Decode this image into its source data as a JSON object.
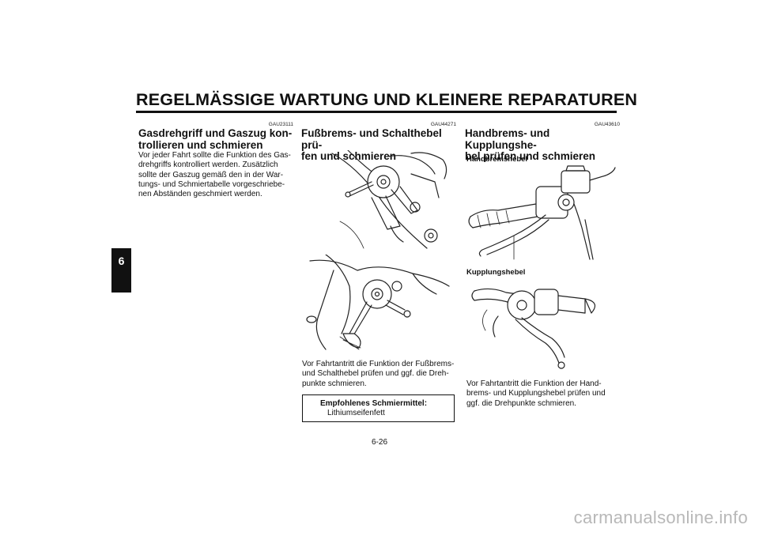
{
  "header": {
    "title": "REGELMÄSSIGE WARTUNG UND KLEINERE REPARATUREN",
    "chapter_tab": "6"
  },
  "sections": [
    {
      "code": "GAU23111",
      "title_lines": [
        "Gasdrehgriff und Gaszug kon-",
        "trollieren und schmieren"
      ],
      "body_lines": [
        "Vor jeder Fahrt sollte die Funktion des Gas-",
        "drehgriffs kontrolliert werden. Zusätzlich",
        "sollte der Gaszug gemäß den in der War-",
        "tungs- und Schmiertabelle vorgeschriebe-",
        "nen Abständen geschmiert werden."
      ]
    },
    {
      "code": "GAU44271",
      "title_lines": [
        "Fußbrems- und Schalthebel prü-",
        "fen und schmieren"
      ],
      "body_lines": [
        "Vor Fahrtantritt die Funktion der Fußbrems-",
        "und Schalthebel prüfen und ggf. die Dreh-",
        "punkte schmieren."
      ],
      "lube_box": {
        "title": "Empfohlenes Schmiermittel:",
        "value": "Lithiumseifenfett"
      }
    },
    {
      "code": "GAU43610",
      "title_lines": [
        "Handbrems- und Kupplungshe-",
        "bel prüfen und schmieren"
      ],
      "label_brake": "Handbremshebel",
      "label_clutch": "Kupplungshebel",
      "body_lines": [
        "Vor Fahrtantritt die Funktion der Hand-",
        "brems- und Kupplungshebel prüfen und",
        "ggf. die Drehpunkte schmieren."
      ]
    }
  ],
  "page_number": "6-26",
  "watermark": "carmanualsonline.info"
}
